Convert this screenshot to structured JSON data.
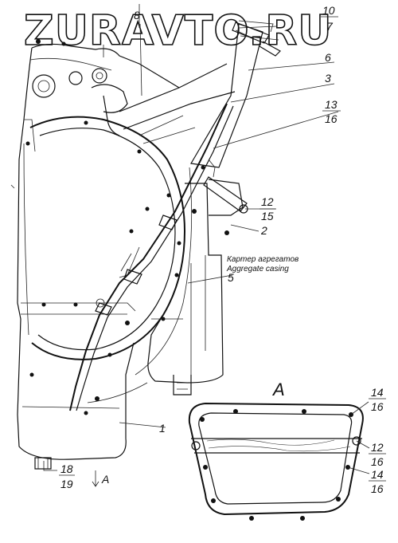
{
  "watermark": "ZURAVTO.RU",
  "labels": {
    "l1": "1",
    "l2": "2",
    "l3": "3",
    "l5": "5",
    "l6": "6",
    "l8": "8",
    "l10": "10",
    "l7": "7",
    "l13": "13",
    "l16a": "16",
    "l12a": "12",
    "l15": "15",
    "l18": "18",
    "l19": "19",
    "viewA_ref": "A",
    "viewA_title": "A",
    "l14a": "14",
    "l16b": "16",
    "l12b": "12",
    "l16c": "16",
    "l14b": "14",
    "l16d": "16"
  },
  "annotation": {
    "ru": "Картер агрегатов",
    "en": "Aggregate casing"
  }
}
